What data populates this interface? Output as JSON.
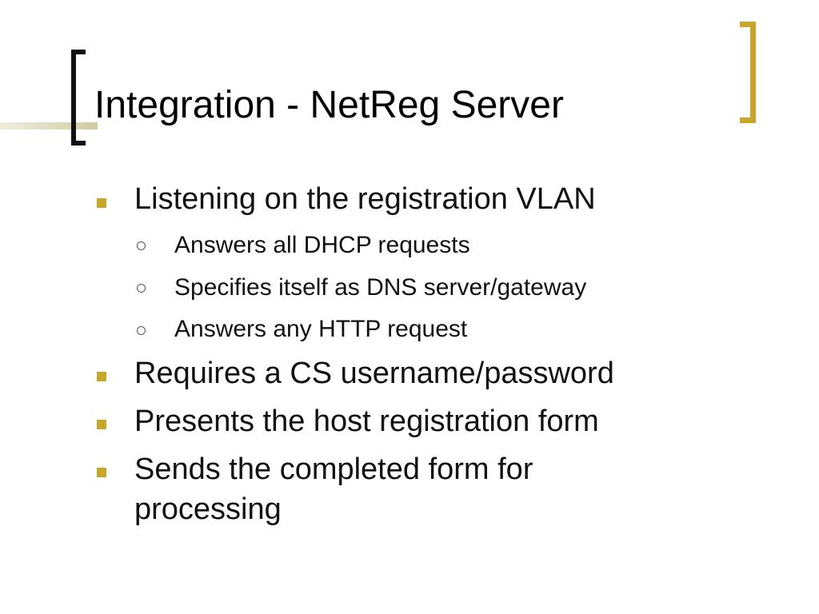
{
  "slide": {
    "title": "Integration - NetReg Server",
    "bullets": [
      {
        "text": "Listening on the registration VLAN",
        "sub": [
          "Answers all DHCP requests",
          "Specifies itself as DNS server/gateway",
          "Answers any HTTP request"
        ]
      },
      {
        "text": "Requires a CS username/password"
      },
      {
        "text": "Presents the host registration form"
      },
      {
        "text_lines": [
          "Sends the completed form for",
          "processing"
        ]
      }
    ]
  },
  "colors": {
    "accent": "#c9a52a",
    "title_rule": "#cfcc9f",
    "text": "#111111"
  },
  "icons": {
    "level1_marker": "square-bullet-icon",
    "level2_marker": "ring-bullet-icon",
    "left_decoration": "bracket-left-icon",
    "right_decoration": "bracket-right-icon"
  }
}
